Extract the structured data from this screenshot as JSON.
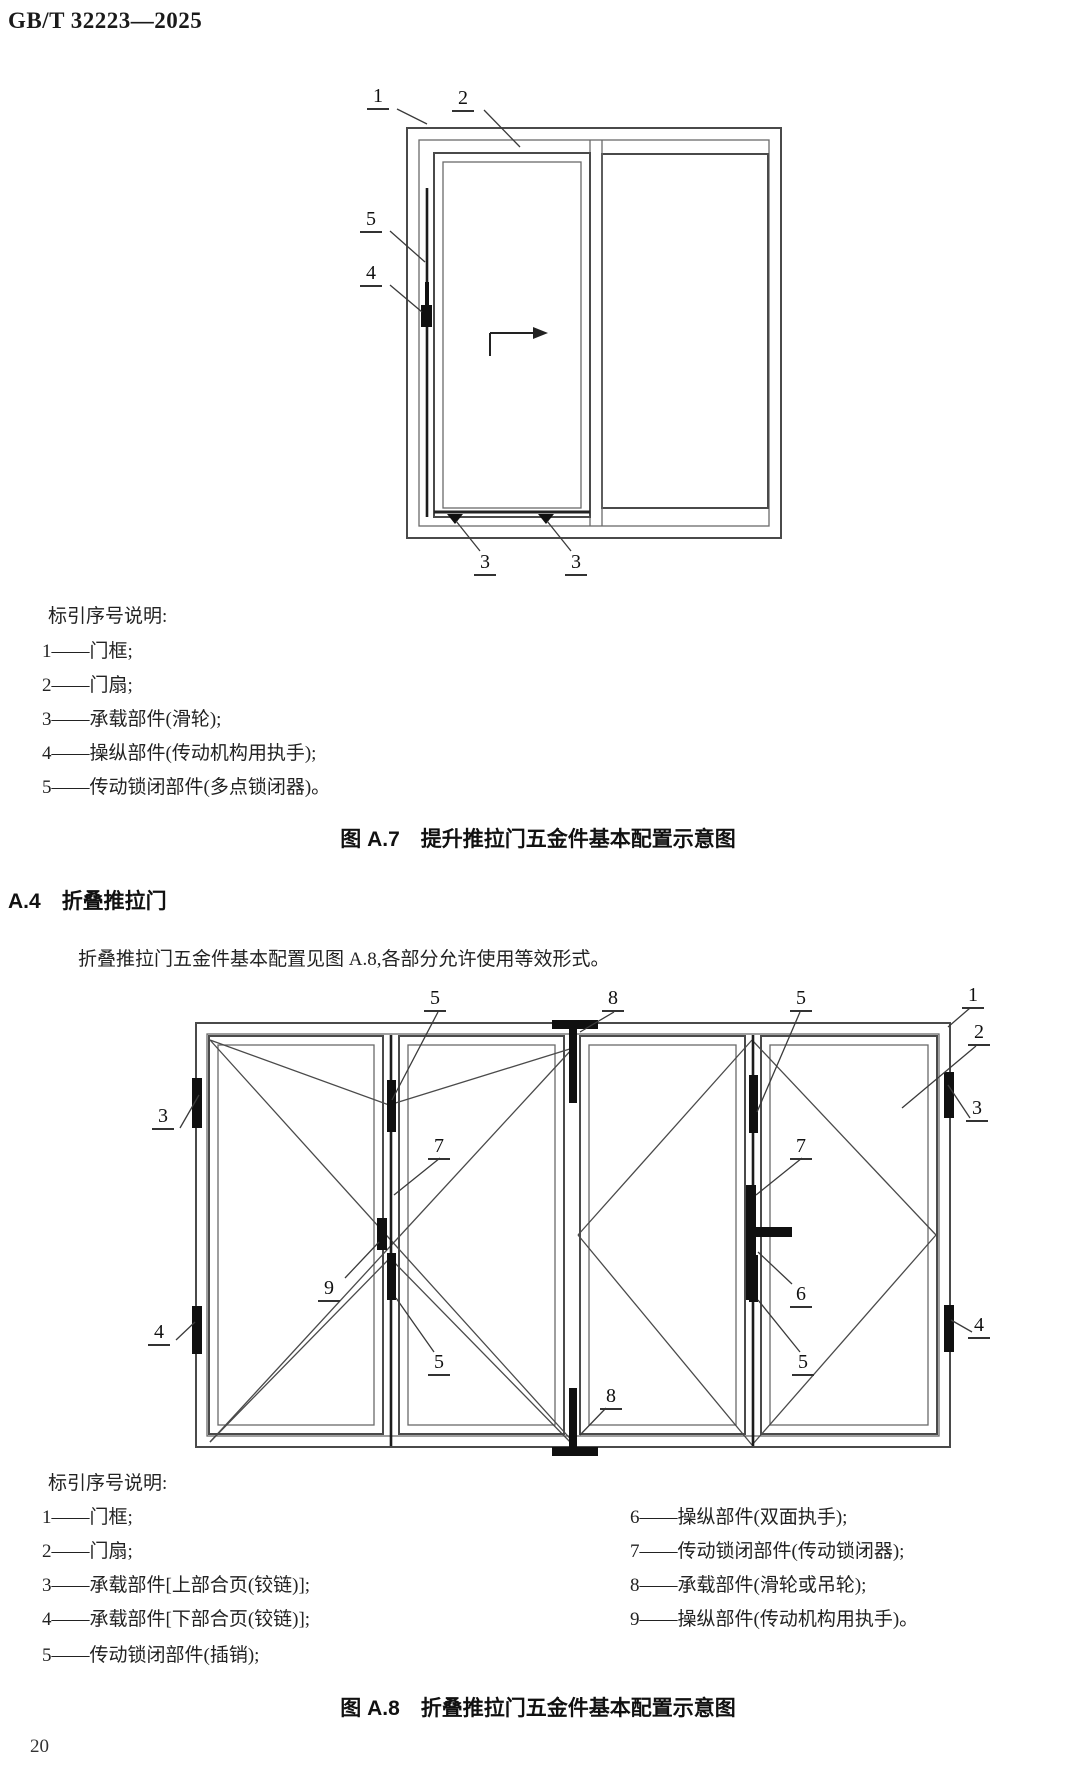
{
  "page": {
    "header": "GB/T 32223—2025",
    "page_number": "20"
  },
  "figure_a7": {
    "caption": "图 A.7　提升推拉门五金件基本配置示意图",
    "labels": [
      "1",
      "2",
      "5",
      "4",
      "3",
      "3"
    ],
    "legend": {
      "title": "标引序号说明:",
      "items": [
        "1——门框;",
        "2——门扇;",
        "3——承载部件(滑轮);",
        "4——操纵部件(传动机构用执手);",
        "5——传动锁闭部件(多点锁闭器)。"
      ]
    }
  },
  "section_a4": {
    "heading_number": "A.4",
    "heading_title": "折叠推拉门",
    "paragraph": "折叠推拉门五金件基本配置见图 A.8,各部分允许使用等效形式。"
  },
  "figure_a8": {
    "caption": "图 A.8　折叠推拉门五金件基本配置示意图",
    "labels": [
      "5",
      "8",
      "5",
      "1",
      "2",
      "3",
      "7",
      "9",
      "7",
      "6",
      "3",
      "4",
      "5",
      "8",
      "5",
      "4"
    ],
    "legend": {
      "title": "标引序号说明:",
      "left_items": [
        "1——门框;",
        "2——门扇;",
        "3——承载部件[上部合页(铰链)];",
        "4——承载部件[下部合页(铰链)];",
        "5——传动锁闭部件(插销);"
      ],
      "right_items": [
        "6——操纵部件(双面执手);",
        "7——传动锁闭部件(传动锁闭器);",
        "8——承载部件(滑轮或吊轮);",
        "9——操纵部件(传动机构用执手)。"
      ]
    }
  }
}
